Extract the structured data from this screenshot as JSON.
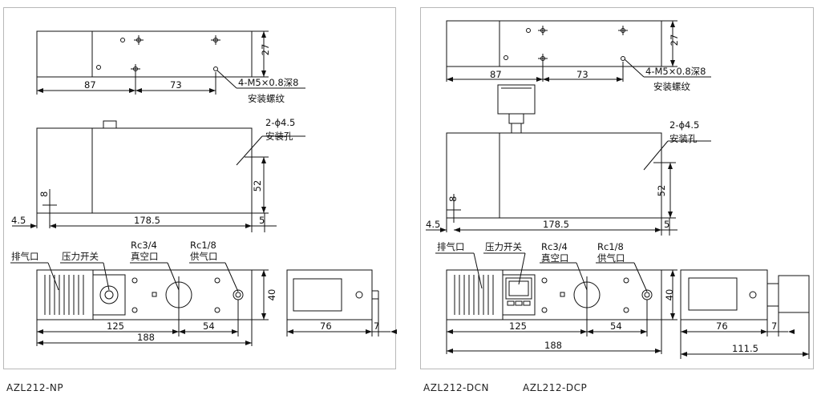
{
  "left_panel": {
    "model": "AZL212-NP",
    "top_view": {
      "dim_87": "87",
      "dim_73": "73",
      "dim_27": "27",
      "thread_note": "4-M5×0.8深8",
      "thread_sub": "安装螺纹"
    },
    "side_view": {
      "hole_note": "2-ϕ4.5",
      "hole_sub": "安装孔",
      "dim_8": "8",
      "dim_52": "52",
      "dim_45": "4.5",
      "dim_1785": "178.5",
      "dim_5": "5"
    },
    "front_view": {
      "exhaust": "排气口",
      "pressure_switch": "压力开关",
      "vacuum_thread": "Rc3/4",
      "vacuum_port": "真空口",
      "supply_thread": "Rc1/8",
      "supply_port": "供气口",
      "dim_40": "40",
      "dim_125": "125",
      "dim_54": "54",
      "dim_188": "188"
    },
    "end_view": {
      "dim_76": "76",
      "dim_7": "7"
    }
  },
  "right_panel": {
    "models": [
      "AZL212-DCN",
      "AZL212-DCP"
    ],
    "top_view": {
      "dim_87": "87",
      "dim_73": "73",
      "dim_27": "27",
      "thread_note": "4-M5×0.8深8",
      "thread_sub": "安装螺纹"
    },
    "side_view": {
      "hole_note": "2-ϕ4.5",
      "hole_sub": "安装孔",
      "dim_8": "8",
      "dim_52": "52",
      "dim_45": "4.5",
      "dim_1785": "178.5",
      "dim_5": "5"
    },
    "front_view": {
      "exhaust": "排气口",
      "pressure_switch": "压力开关",
      "vacuum_thread": "Rc3/4",
      "vacuum_port": "真空口",
      "supply_thread": "Rc1/8",
      "supply_port": "供气口",
      "dim_40": "40",
      "dim_125": "125",
      "dim_54": "54",
      "dim_188": "188"
    },
    "end_view": {
      "dim_76": "76",
      "dim_7": "7",
      "dim_1115": "111.5"
    }
  },
  "colors": {
    "line": "#111111",
    "frame": "#b8b8b8"
  }
}
